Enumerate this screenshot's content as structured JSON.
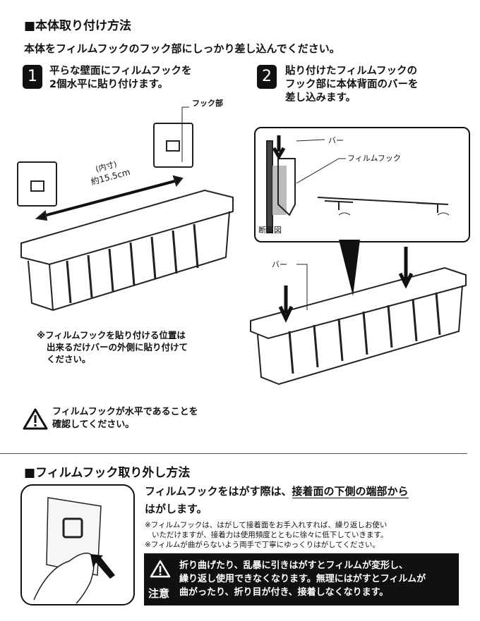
{
  "section1": {
    "title": "■本体取り付け方法",
    "subtitle": "本体をフィルムフックのフック部にしっかり差し込んでください。",
    "steps": [
      {
        "number": "1",
        "line1": "平らな壁面にフィルムフックを",
        "line2": "2個水平に貼り付けます。"
      },
      {
        "number": "2",
        "line1": "貼り付けたフィルムフックの",
        "line2": "フック部に本体背面のバーを",
        "line3": "差し込みます。"
      }
    ],
    "labels": {
      "hook_part": "フック部",
      "inner_dim": "(内寸)",
      "dimension": "約15.5cm",
      "bar": "バー",
      "film_hook": "フィルムフック",
      "cross_section": "断面図",
      "bar2": "バー"
    },
    "note_line1": "※フィルムフックを貼り付ける位置は",
    "note_line2": "出来るだけバーの外側に貼り付けて",
    "note_line3": "ください。",
    "caution_line1": "フィルムフックが水平であることを",
    "caution_line2": "確認してください。"
  },
  "section2": {
    "title": "■フィルムフック取り外し方法",
    "lead_part1": "フィルムフックをはがす際は、",
    "lead_underlined": "接着面の下側の端部から",
    "lead_line2": "はがします。",
    "note1_line1": "※フィルムフックは、はがして接着面をお手入れすれば、繰り返しお使い",
    "note1_line2": "いただけますが、接着力は使用頻度とともに徐々に低下していきます。",
    "note2": "※フィルムが曲がらないよう両手で丁寧にゆっくりはがしてください。",
    "warning": {
      "label": "注意",
      "line1": "折り曲げたり、乱暴に引きはがすとフィルムが変形し、",
      "line2": "繰り返し使用できなくなります。無理にはがすとフィルムが",
      "line3": "曲がったり、折り目が付き、接着しなくなります。"
    }
  }
}
